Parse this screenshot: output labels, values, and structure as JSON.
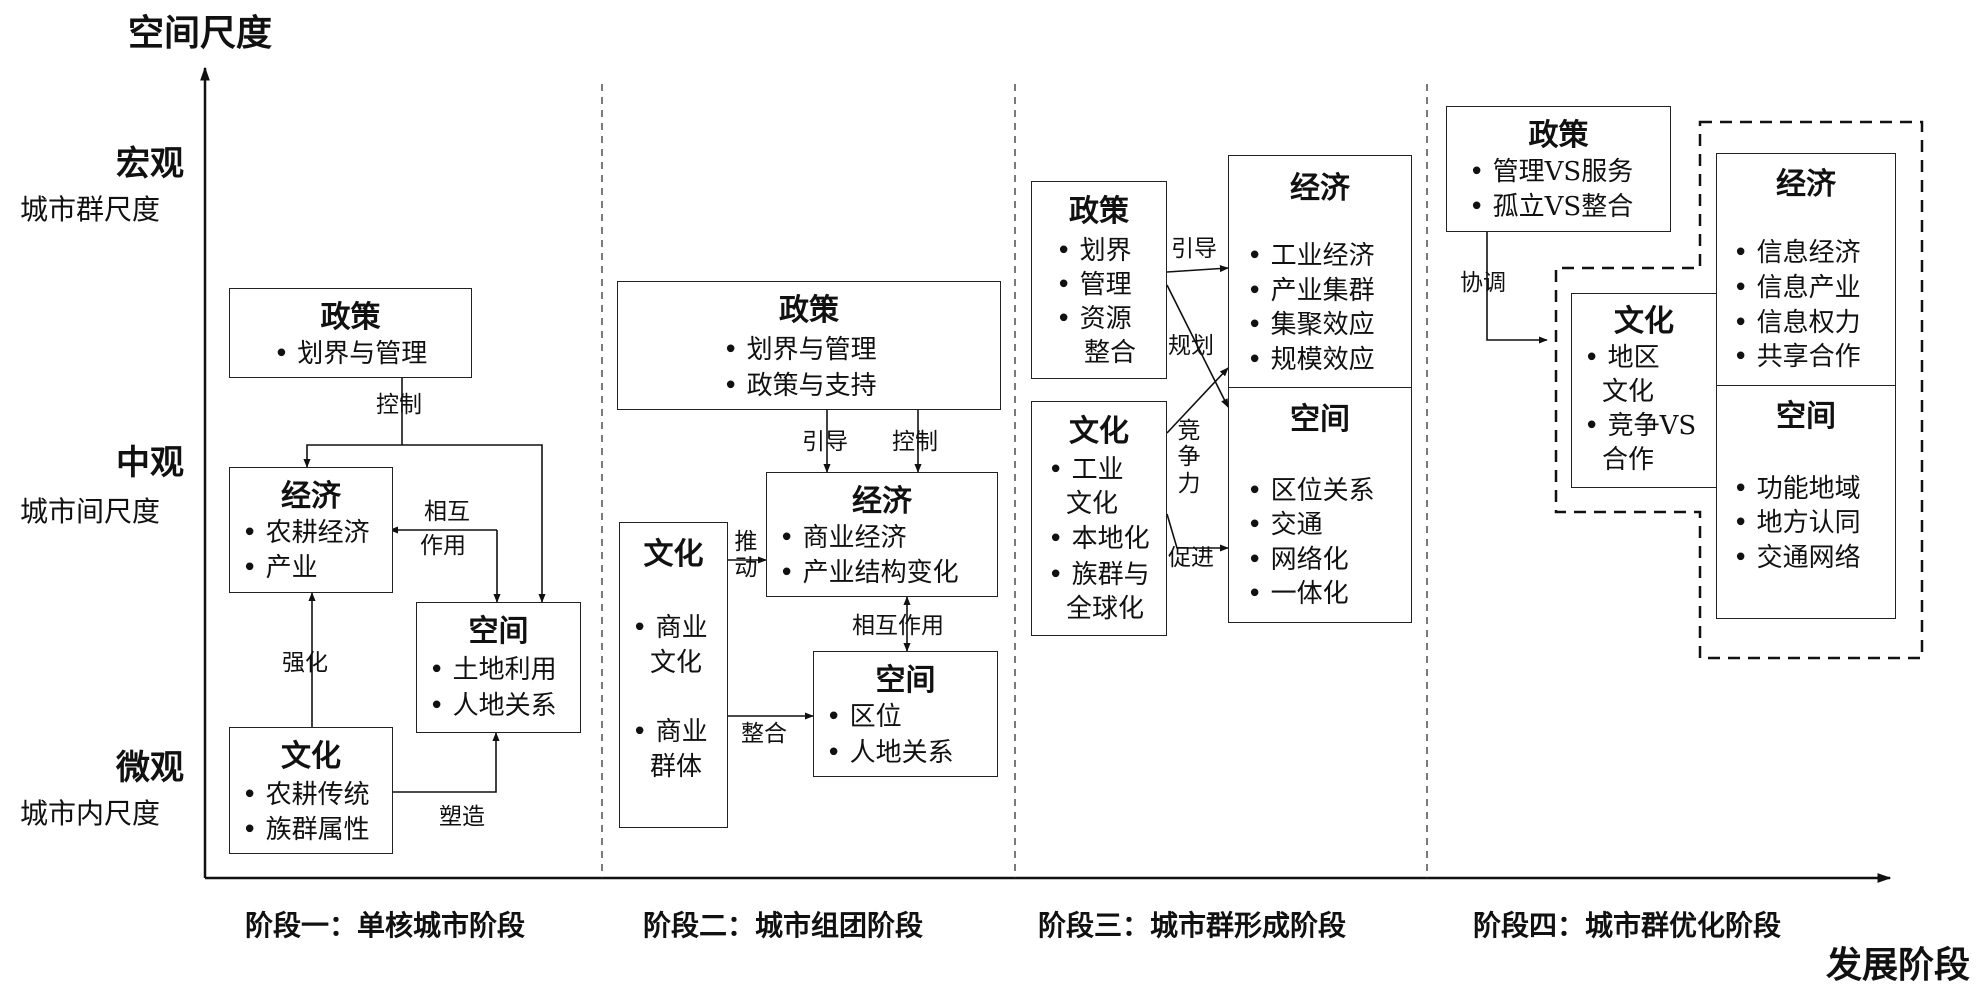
{
  "axes": {
    "y_title": "空间尺度",
    "x_title": "发展阶段"
  },
  "levels": [
    {
      "name": "宏观",
      "scale": "城市群尺度"
    },
    {
      "name": "中观",
      "scale": "城市间尺度"
    },
    {
      "name": "微观",
      "scale": "城市内尺度"
    }
  ],
  "stages": [
    {
      "label": "阶段一：单核城市阶段"
    },
    {
      "label": "阶段二：城市组团阶段"
    },
    {
      "label": "阶段三：城市群形成阶段"
    },
    {
      "label": "阶段四：城市群优化阶段"
    }
  ],
  "stage1": {
    "policy": {
      "title": "政策",
      "items": [
        "• 划界与管理"
      ]
    },
    "economy": {
      "title": "经济",
      "items": [
        "• 农耕经济",
        "• 产业"
      ]
    },
    "space": {
      "title": "空间",
      "items": [
        "• 土地利用",
        "• 人地关系"
      ]
    },
    "culture": {
      "title": "文化",
      "items": [
        "• 农耕传统",
        "• 族群属性"
      ]
    },
    "arrows": {
      "control": "控制",
      "mutual_1": "相互",
      "mutual_2": "作用",
      "strengthen": "强化",
      "shape": "塑造"
    }
  },
  "stage2": {
    "policy": {
      "title": "政策",
      "items": [
        "• 划界与管理",
        "• 政策与支持"
      ]
    },
    "economy": {
      "title": "经济",
      "items": [
        "• 商业经济",
        "• 产业结构变化"
      ]
    },
    "space": {
      "title": "空间",
      "items": [
        "• 区位",
        "• 人地关系"
      ]
    },
    "culture": {
      "title": "文化",
      "items": [
        "• 商业",
        "文化",
        "• 商业",
        "群体"
      ]
    },
    "arrows": {
      "guide": "引导",
      "control": "控制",
      "mutual": "相互作用",
      "push": "推动",
      "integrate": "整合"
    }
  },
  "stage3": {
    "policy": {
      "title": "政策",
      "items": [
        "• 划界",
        "• 管理",
        "• 资源",
        "整合"
      ]
    },
    "culture": {
      "title": "文化",
      "items": [
        "• 工业",
        "文化",
        "• 本地化",
        "• 族群与",
        "全球化"
      ]
    },
    "economy": {
      "title": "经济",
      "items": [
        "• 工业经济",
        "• 产业集群",
        "• 集聚效应",
        "• 规模效应"
      ]
    },
    "space": {
      "title": "空间",
      "items": [
        "• 区位关系",
        "• 交通",
        "• 网络化",
        "• 一体化"
      ]
    },
    "arrows": {
      "guide": "引导",
      "plan": "规划",
      "compete": "竞争力",
      "promote": "促进"
    }
  },
  "stage4": {
    "policy": {
      "title": "政策",
      "items": [
        "• 管理VS服务",
        "• 孤立VS整合"
      ]
    },
    "culture": {
      "title": "文化",
      "items": [
        "• 地区",
        "文化",
        "• 竞争VS",
        "合作"
      ]
    },
    "economy": {
      "title": "经济",
      "items": [
        "• 信息经济",
        "• 信息产业",
        "• 信息权力",
        "• 共享合作"
      ]
    },
    "space": {
      "title": "空间",
      "items": [
        "• 功能地域",
        "• 地方认同",
        "• 交通网络"
      ]
    },
    "arrows": {
      "coordinate": "协调"
    }
  }
}
